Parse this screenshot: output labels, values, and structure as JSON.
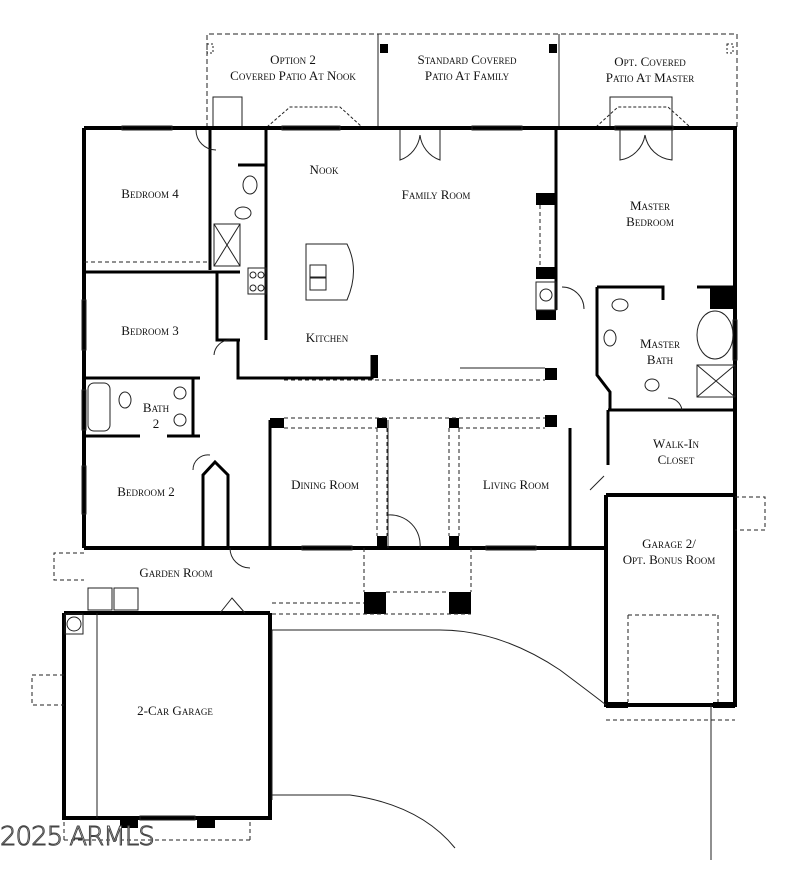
{
  "floor_plan": {
    "rooms": {
      "patio_nook": {
        "line1": "Option 2",
        "line2": "Covered Patio At Nook"
      },
      "patio_family": {
        "line1": "Standard Covered",
        "line2": "Patio At Family"
      },
      "patio_master": {
        "line1": "Opt. Covered",
        "line2": "Patio At Master"
      },
      "bedroom4": "Bedroom 4",
      "nook": "Nook",
      "family_room": "Family Room",
      "master_bedroom": {
        "line1": "Master",
        "line2": "Bedroom"
      },
      "bedroom3": "Bedroom 3",
      "kitchen": "Kitchen",
      "master_bath": {
        "line1": "Master",
        "line2": "Bath"
      },
      "bath2": {
        "line1": "Bath",
        "line2": "2"
      },
      "walk_in_closet": {
        "line1": "Walk-In",
        "line2": "Closet"
      },
      "bedroom2": "Bedroom 2",
      "dining_room": "Dining Room",
      "living_room": "Living Room",
      "garage2": {
        "line1": "Garage 2/",
        "line2": "Opt. Bonus Room"
      },
      "garden_room": "Garden Room",
      "two_car_garage": "2-Car Garage"
    },
    "watermark": "2025 ARMLS",
    "colors": {
      "wall": "#000000",
      "line": "#222222",
      "background": "#ffffff"
    }
  }
}
